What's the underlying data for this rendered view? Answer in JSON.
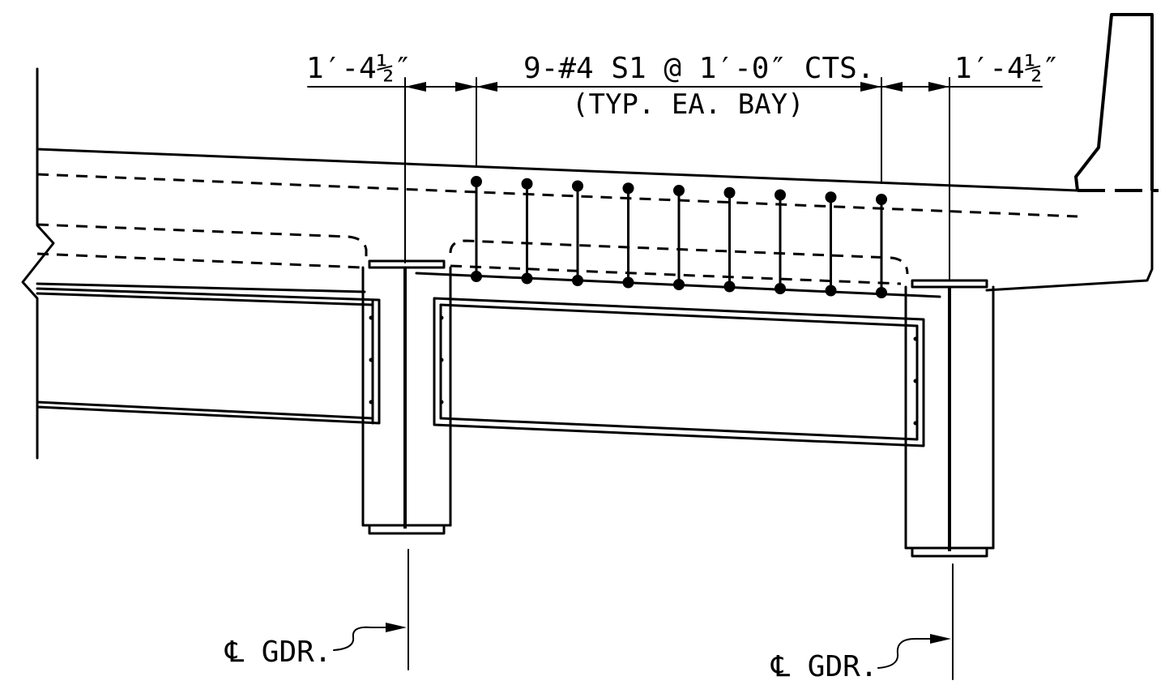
{
  "dimensions": {
    "left_edge_distance": "1′-4½″",
    "right_edge_distance": "1′-4½″",
    "bar_spacing": "9-#4 S1 @ 1′-0″ CTS.",
    "bar_spacing_note": "(TYP. EA. BAY)"
  },
  "labels": {
    "left_girder_centerline": "℄ GDR.",
    "right_girder_centerline": "℄ GDR."
  },
  "reinforcement": {
    "bar_count": 9
  }
}
